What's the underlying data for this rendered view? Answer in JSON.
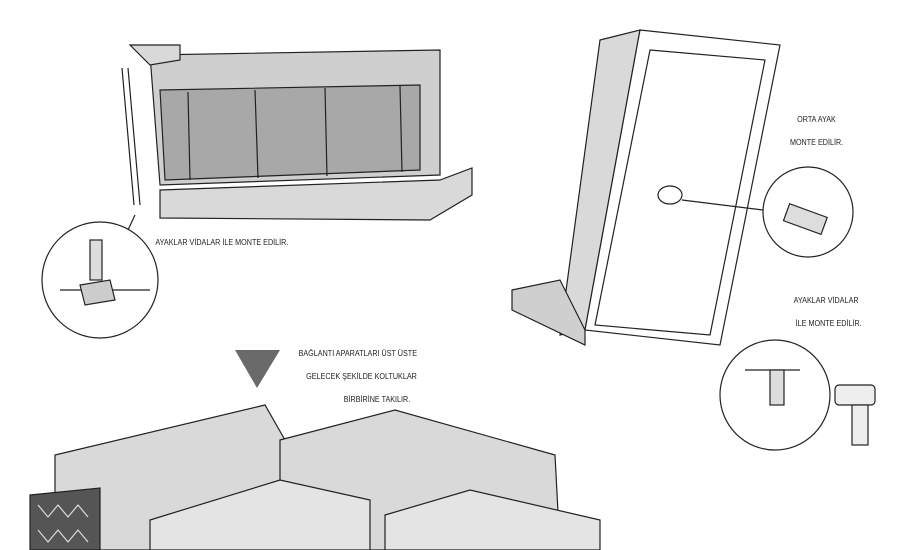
{
  "step1": {
    "caption": "AYAKLAR VİDALAR İLE MONTE EDİLİR."
  },
  "step2": {
    "caption_line1": "ORTA AYAK",
    "caption_line2": "MONTE EDİLİR.",
    "caption_line3": "AYAKLAR VİDALAR",
    "caption_line4": "İLE MONTE EDİLİR."
  },
  "step3": {
    "line1": "BAĞLANTI APARATLARI ÜST ÜSTE",
    "line2": "GELECEK ŞEKİLDE KOLTUKLAR",
    "line3": "BİRBİRİNE TAKILIR."
  },
  "colors": {
    "fill": "#d9d9d9",
    "dark": "#a8a8a8",
    "arrow": "#6a6a6a",
    "stroke": "#222222"
  }
}
